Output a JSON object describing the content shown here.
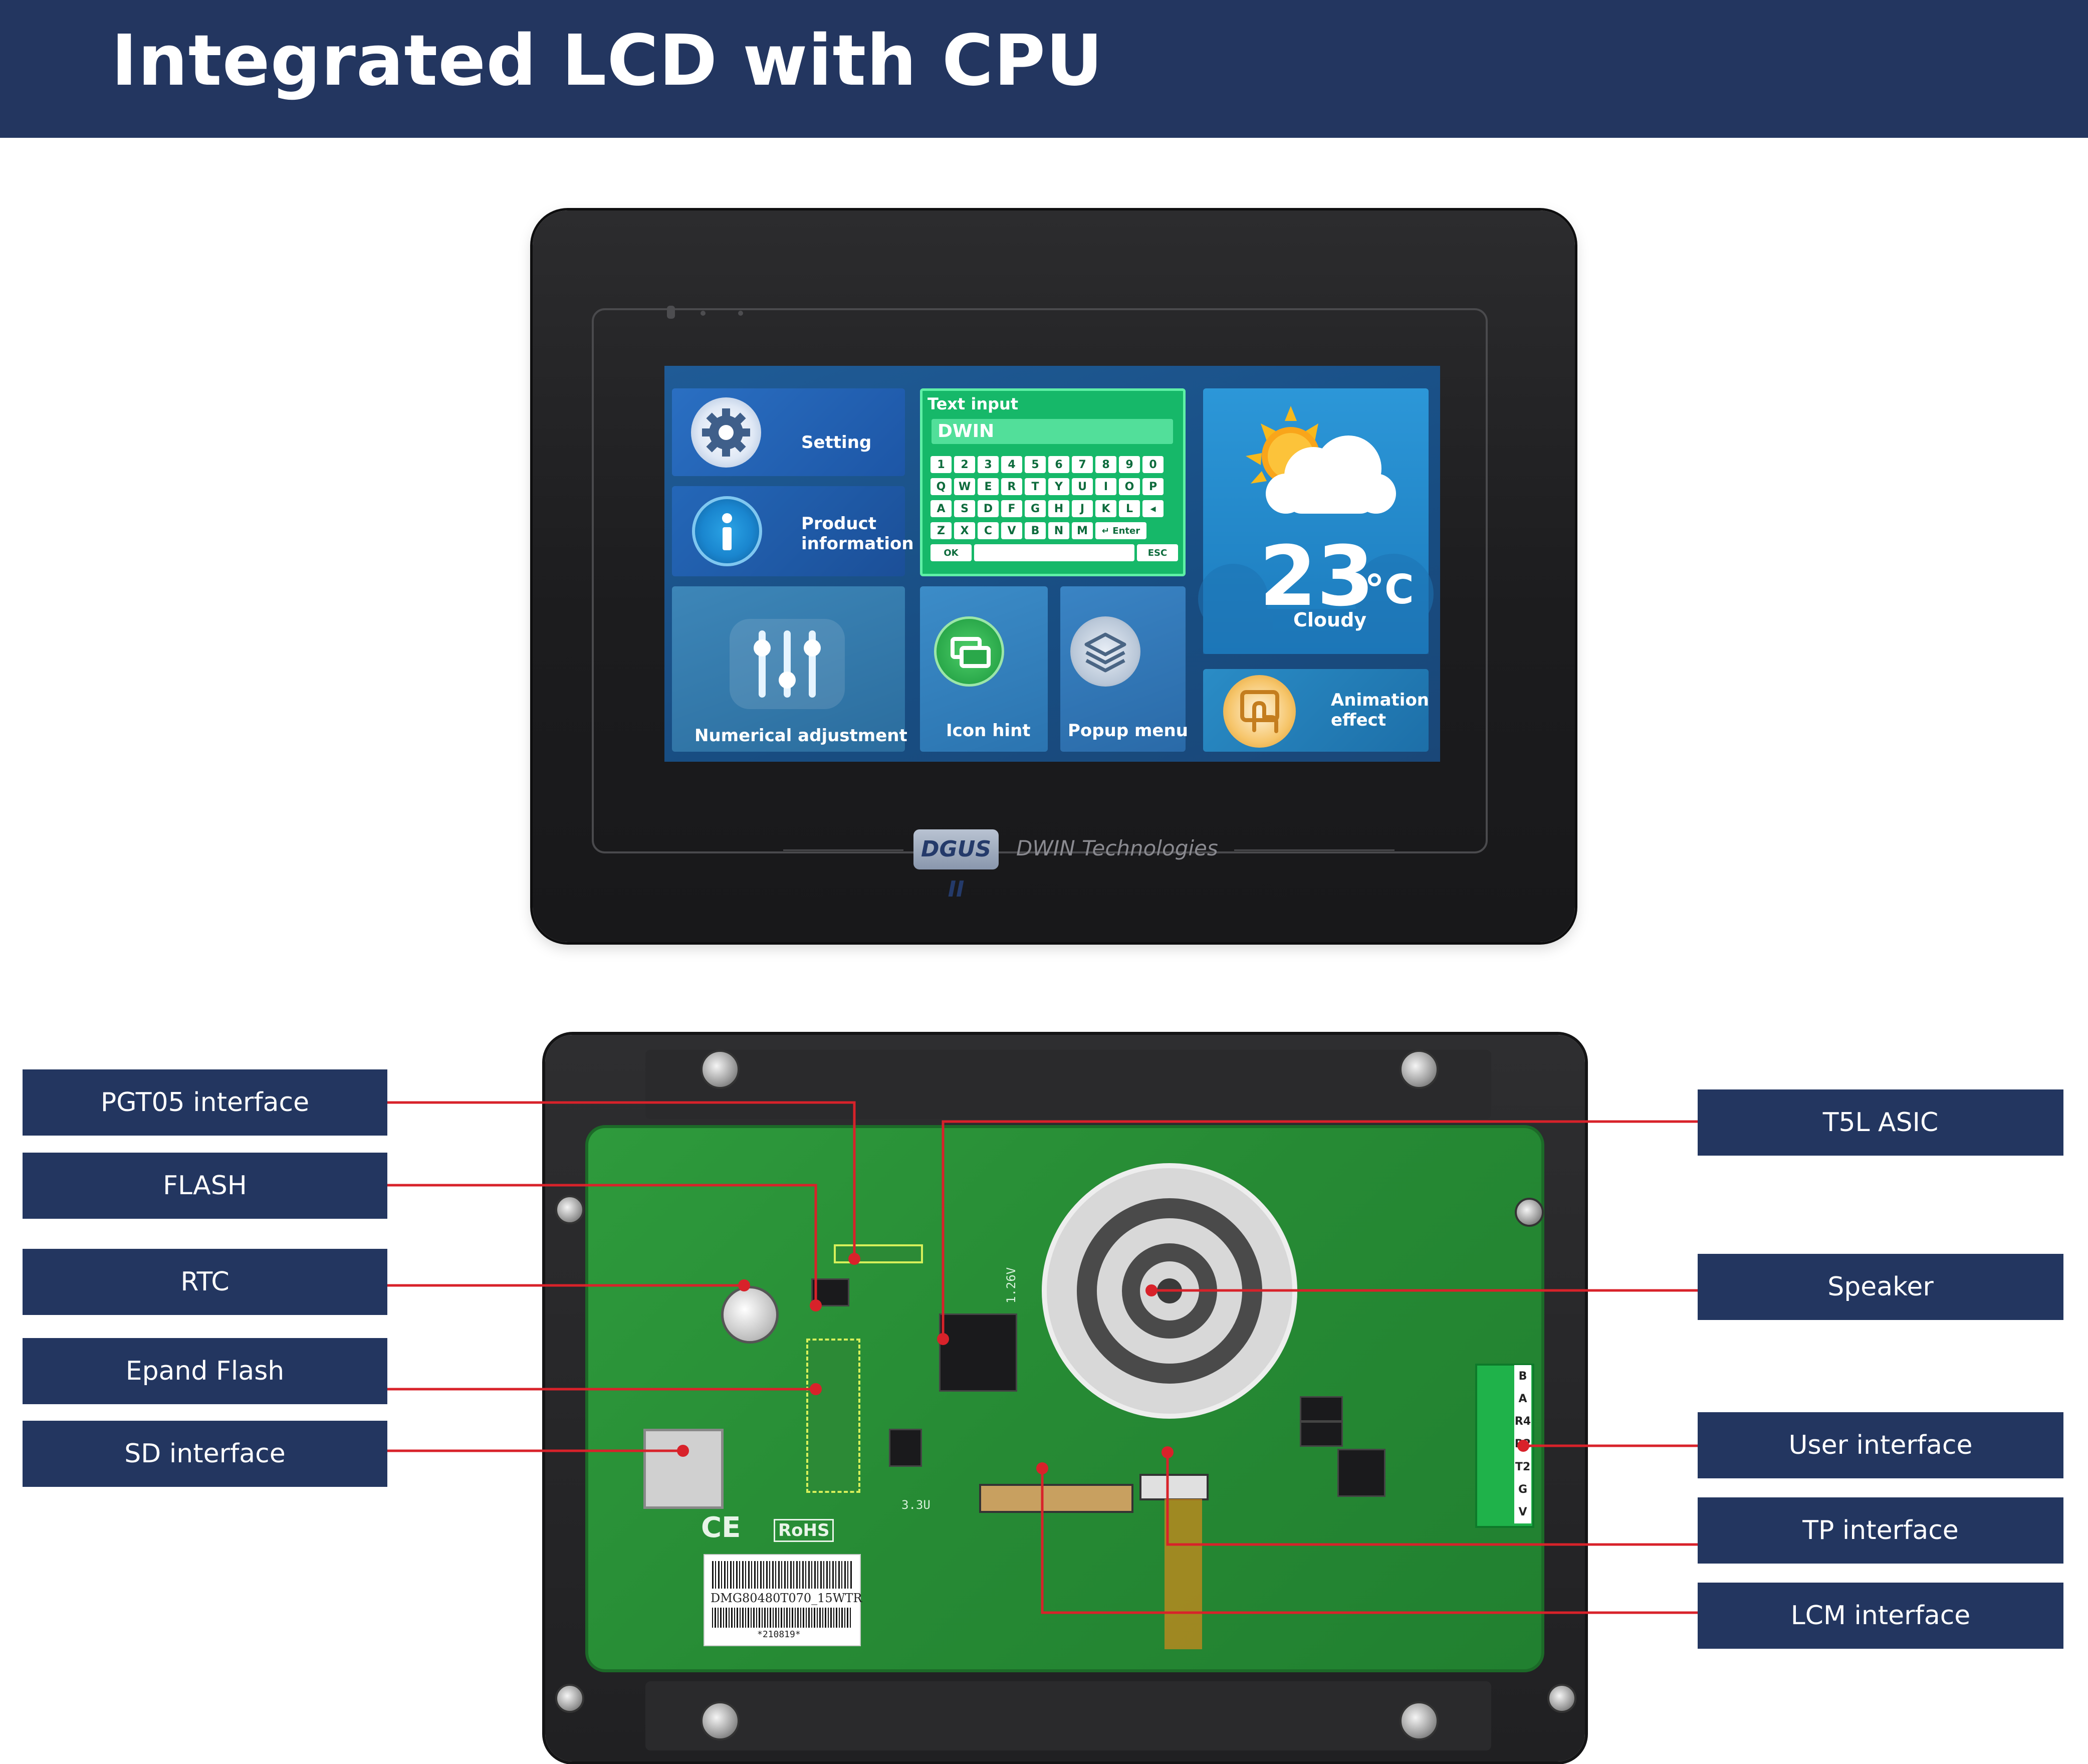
{
  "header": {
    "title": "Integrated LCD with CPU"
  },
  "front_screen": {
    "tiles": {
      "setting": "Setting",
      "product_line1": "Product",
      "product_line2": "information",
      "text_input_title": "Text input",
      "text_input_value": "DWIN",
      "numerical": "Numerical adjustment",
      "icon_hint": "Icon hint",
      "popup": "Popup menu",
      "animation_line1": "Animation",
      "animation_line2": "effect"
    },
    "keyboard": {
      "row1": [
        "1",
        "2",
        "3",
        "4",
        "5",
        "6",
        "7",
        "8",
        "9",
        "0"
      ],
      "row2": [
        "Q",
        "W",
        "E",
        "R",
        "T",
        "Y",
        "U",
        "I",
        "O",
        "P"
      ],
      "row3": [
        "A",
        "S",
        "D",
        "F",
        "G",
        "H",
        "J",
        "K",
        "L",
        "◂"
      ],
      "row4": [
        "Z",
        "X",
        "C",
        "V",
        "B",
        "N",
        "M"
      ],
      "enter": "↵ Enter",
      "ok": "OK",
      "esc": "ESC"
    },
    "weather": {
      "temperature": "23",
      "unit": "°C",
      "condition": "Cloudy"
    },
    "brand_badge": "DGUS II",
    "brand_text": "DWIN Technologies"
  },
  "back_board": {
    "marks": {
      "ce": "CE",
      "rohs": "RoHS",
      "label_model": "DMG80480T070_15WTR",
      "label_code": "*210819*",
      "voltage_33": "3.3U",
      "voltage_126": "1.26V",
      "terminal_letters": [
        "B",
        "A",
        "R4",
        "R2",
        "T2",
        "G",
        "V"
      ]
    }
  },
  "callouts": {
    "left": [
      "PGT05 interface",
      "FLASH",
      "RTC",
      "Epand Flash",
      "SD interface"
    ],
    "right": [
      "T5L ASIC",
      "Speaker",
      "User interface",
      "TP interface",
      "LCM interface"
    ]
  },
  "colors": {
    "header_bg": "#233660",
    "callout_bg": "#233660",
    "leader_line": "#d8222a",
    "pcb_green": "#2e9a3c"
  }
}
